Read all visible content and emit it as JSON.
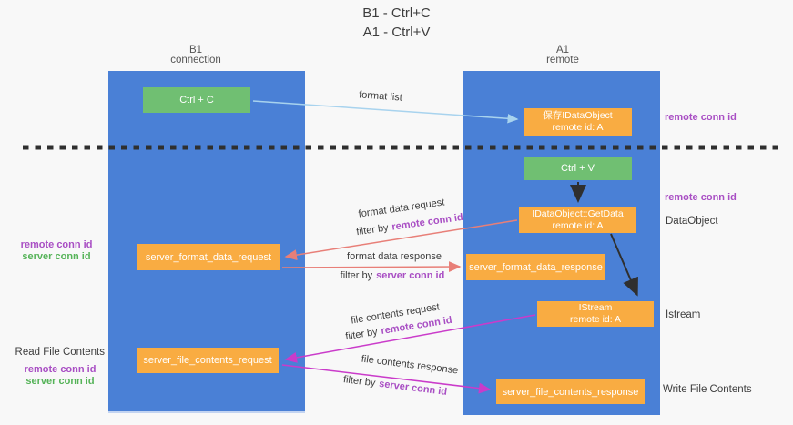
{
  "title": {
    "line1": "B1 - Ctrl+C",
    "line2": "A1 - Ctrl+V"
  },
  "columns": {
    "left": {
      "name": "B1",
      "subtitle": "connection"
    },
    "right": {
      "name": "A1",
      "subtitle": "remote"
    }
  },
  "boxes": {
    "ctrl_c": {
      "label": "Ctrl + C"
    },
    "ctrl_v": {
      "label": "Ctrl + V"
    },
    "save_idataobject": {
      "line1": "保存IDataObject",
      "line2": "remote id: A"
    },
    "idataobject_getdata": {
      "line1": "IDataObject::GetData",
      "line2": "remote id: A"
    },
    "istream": {
      "line1": "IStream",
      "line2": "remote id: A"
    },
    "server_format_data_request": {
      "label": "server_format_data_request"
    },
    "server_format_data_response": {
      "label": "server_format_data_response"
    },
    "server_file_contents_request": {
      "label": "server_file_contents_request"
    },
    "server_file_contents_response": {
      "label": "server_file_contents_response"
    }
  },
  "arrow_labels": {
    "format_list": "format list",
    "format_data_request": "format data request",
    "format_data_response": "format data response",
    "file_contents_request": "file contents request",
    "file_contents_response": "file contents response",
    "filter_prefix": "filter by",
    "remote_conn_id": "remote conn id",
    "server_conn_id": "server conn id"
  },
  "side_labels": {
    "right_top_remote_conn_id": "remote conn id",
    "right_mid_remote_conn_id": "remote conn id",
    "dataobject": "DataObject",
    "istream": "Istream",
    "write_file_contents": "Write File Contents",
    "left_mid_remote_conn_id": "remote conn id",
    "left_mid_server_conn_id": "server conn id",
    "read_file_contents": "Read File Contents",
    "left_bottom_remote_conn_id": "remote conn id",
    "left_bottom_server_conn_id": "server conn id"
  },
  "colors": {
    "bg_color": "#f8f8f8",
    "column_blue": "#4a80d6",
    "box_orange": "#f9ac42",
    "box_green": "#70bf72",
    "purple": "#a94fc4",
    "green_label": "#55b358",
    "arrow_blue": "#a8d3ee",
    "arrow_salmon": "#e87f78",
    "arrow_magenta": "#ca3bca",
    "arrow_black": "#2f2f2f",
    "text_dark": "#3d3d3d"
  }
}
